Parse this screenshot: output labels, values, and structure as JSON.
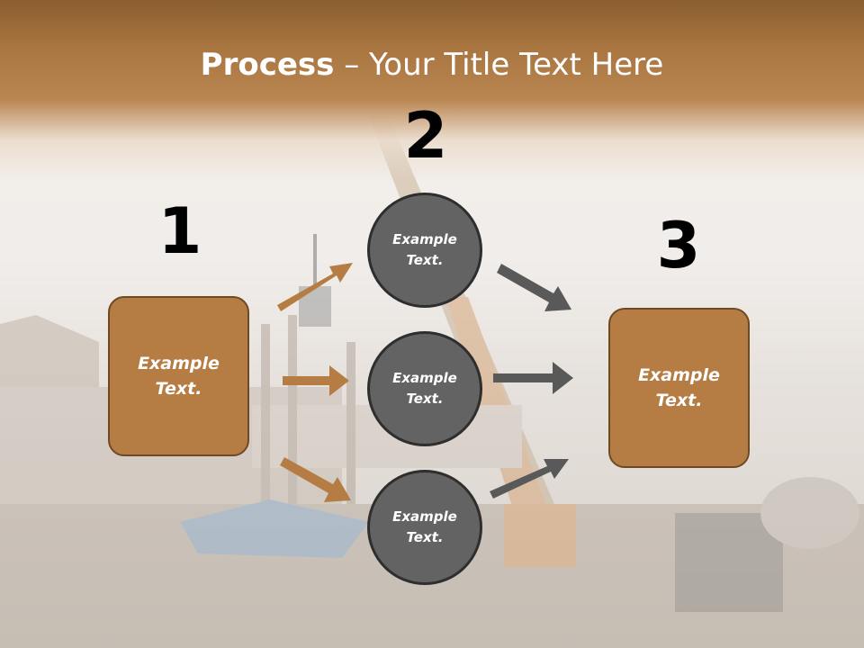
{
  "slide": {
    "title_strong": "Process",
    "title_dash": " – ",
    "title_rest": "Your Title Text Here"
  },
  "steps": [
    {
      "number": "1"
    },
    {
      "number": "2"
    },
    {
      "number": "3"
    }
  ],
  "boxes": {
    "left": "Example\nText.",
    "right": "Example\nText."
  },
  "circles": [
    "Example\nText.",
    "Example\nText.",
    "Example\nText."
  ],
  "colors": {
    "accent_brown": "#b57d44",
    "circle_gray": "#636363",
    "arrow_gray": "#595959",
    "arrow_brown": "#b57d44"
  }
}
